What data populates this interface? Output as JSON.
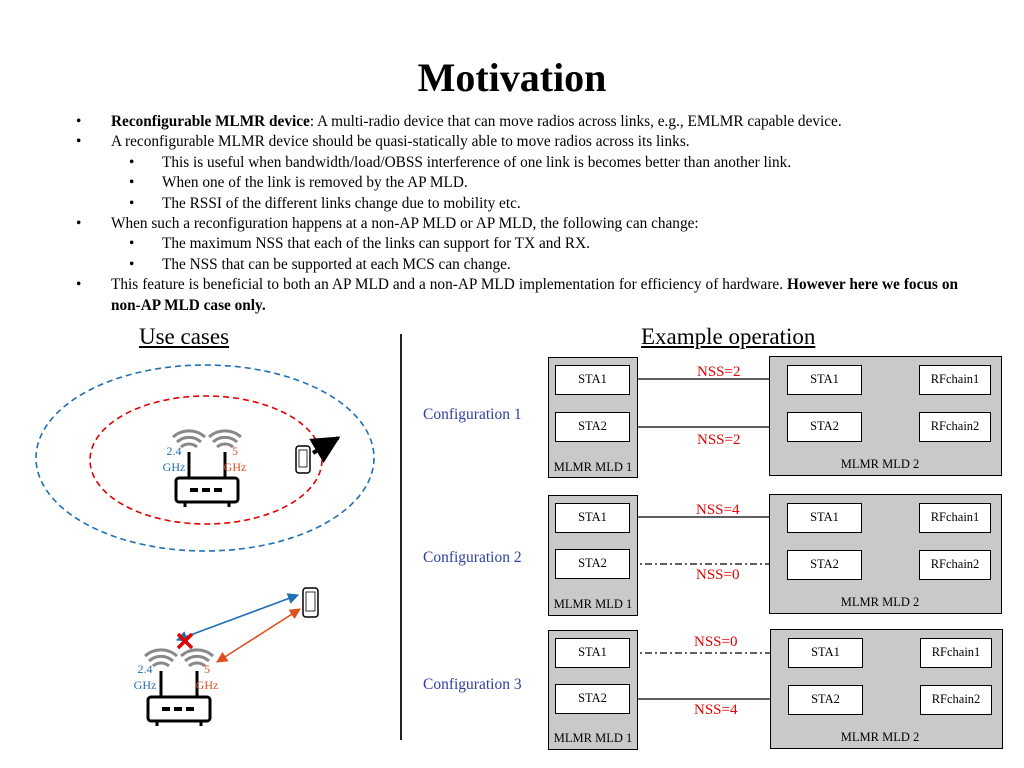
{
  "title": "Motivation",
  "bullets": [
    {
      "bold": "Reconfigurable MLMR device",
      "text": ": A multi-radio device that can move radios across links, e.g., EMLMR capable device."
    },
    {
      "text": "A reconfigurable MLMR device should be quasi-statically able to move radios across its links."
    },
    {
      "sub": true,
      "text": "This is useful when bandwidth/load/OBSS interference of one link is becomes better than another link."
    },
    {
      "sub": true,
      "text": "When one of the link is removed by the AP MLD."
    },
    {
      "sub": true,
      "text": "The RSSI of the different links change due to mobility etc."
    },
    {
      "text": "When such a reconfiguration happens at a non-AP MLD or AP MLD, the following can change:"
    },
    {
      "sub": true,
      "text": "The maximum NSS that each of the links can support for TX and RX."
    },
    {
      "sub": true,
      "text": "The NSS that can be supported at each MCS can change."
    },
    {
      "text": "This feature is beneficial to both an AP MLD and a non-AP MLD implementation for efficiency of hardware. ",
      "bold": "However here we focus on non-AP MLD case only."
    }
  ],
  "bullet_symbol": "•",
  "use_cases": {
    "heading": "Use cases",
    "band_24": "2.4\nGHz",
    "band_5": "5\nGHz",
    "colors": {
      "band_24": "#1f6fb5",
      "band_5": "#e0501f",
      "outer_circle": "#1f6fb5",
      "inner_circle": "#e00000",
      "x_mark": "#e00000"
    }
  },
  "example": {
    "heading": "Example operation",
    "configurations": [
      {
        "label": "Configuration 1",
        "mld1": {
          "label": "MLMR MLD 1",
          "sta": [
            "STA1",
            "STA2"
          ]
        },
        "mld2": {
          "label": "MLMR MLD 2",
          "sta": [
            "STA1",
            "STA2"
          ],
          "rf": [
            "RFchain1",
            "RFchain2"
          ]
        },
        "nss_top": "NSS=2",
        "nss_bottom": "NSS=2"
      },
      {
        "label": "Configuration 2",
        "mld1": {
          "label": "MLMR MLD 1",
          "sta": [
            "STA1",
            "STA2"
          ]
        },
        "mld2": {
          "label": "MLMR MLD 2",
          "sta": [
            "STA1",
            "STA2"
          ],
          "rf": [
            "RFchain1",
            "RFchain2"
          ]
        },
        "nss_top": "NSS=4",
        "nss_bottom": "NSS=0"
      },
      {
        "label": "Configuration 3",
        "mld1": {
          "label": "MLMR MLD 1",
          "sta": [
            "STA1",
            "STA2"
          ]
        },
        "mld2": {
          "label": "MLMR MLD  2",
          "sta": [
            "STA1",
            "STA2"
          ],
          "rf": [
            "RFchain1",
            "RFchain2"
          ]
        },
        "nss_top": "NSS=0",
        "nss_bottom": "NSS=4"
      }
    ],
    "colors": {
      "config_label": "#2F3FA0",
      "nss": "#E00000",
      "mld_fill": "#c9c9c9"
    }
  }
}
